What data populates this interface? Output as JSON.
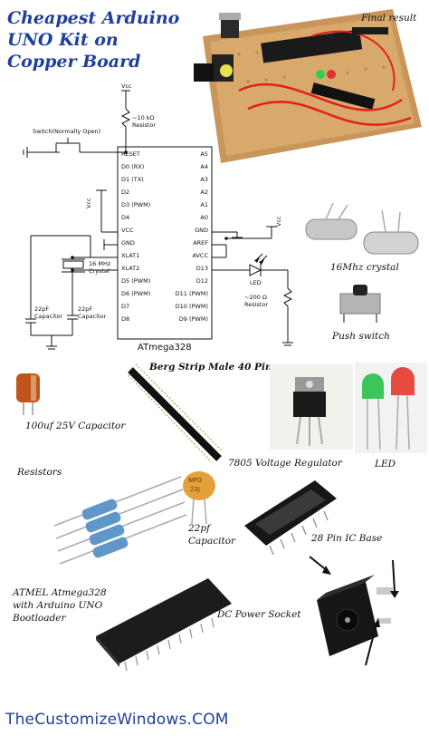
{
  "title": {
    "line1": "Cheapest Arduino",
    "line2": "UNO Kit on",
    "line3": "Copper Board"
  },
  "photo_labels": {
    "final_result": "Final result",
    "crystal": "16Mhz crystal",
    "push_switch": "Push switch",
    "berg_strip": "Berg Strip Male 40 Pin",
    "capacitor_100uf": "100uf 25V Capacitor",
    "regulator": "7805 Voltage Regulator",
    "led": "LED",
    "resistors": "Resistors",
    "cap_22pf_1": "22pf",
    "cap_22pf_2": "Capacitor",
    "ic_base": "28 Pin IC Base",
    "atmel_1": "ATMEL Atmega328",
    "atmel_2": "with Arduino UNO",
    "atmel_3": "Bootloader",
    "dc_socket": "DC Power Socket",
    "npo": "NPO",
    "npo_val": "22J"
  },
  "schematic": {
    "vcc_top": "Vcc",
    "resistor_10k_1": "~10 kΩ",
    "resistor_10k_2": "Resistor",
    "switch_label": "Switch(Normally Open)",
    "vcc_left": "Vcc",
    "vcc_right": "Vcc",
    "crystal_1": "16 MHz",
    "crystal_2": "Crystal",
    "cap1_1": "22pF",
    "cap1_2": "Capacitor",
    "cap2_1": "22pF",
    "cap2_2": "Capacitor",
    "led_label": "LED",
    "resistor_200_1": "~200 Ω",
    "resistor_200_2": "Resistor",
    "chip_name": "ATmega328",
    "left_pins": [
      "RESET",
      "D0 (RX)",
      "D1 (TX)",
      "D2",
      "D3 (PWM)",
      "D4",
      "VCC",
      "GND",
      "XLAT1",
      "XLAT2",
      "D5 (PWM)",
      "D6 (PWM)",
      "D7",
      "D8"
    ],
    "right_pins": [
      "A5",
      "A4",
      "A3",
      "A2",
      "A1",
      "A0",
      "GND",
      "AREF",
      "AVCC",
      "D13",
      "D12",
      "D11 (PWM)",
      "D10 (PWM)",
      "D9 (PWM)"
    ]
  },
  "footer": "TheCustomizeWindows.COM"
}
